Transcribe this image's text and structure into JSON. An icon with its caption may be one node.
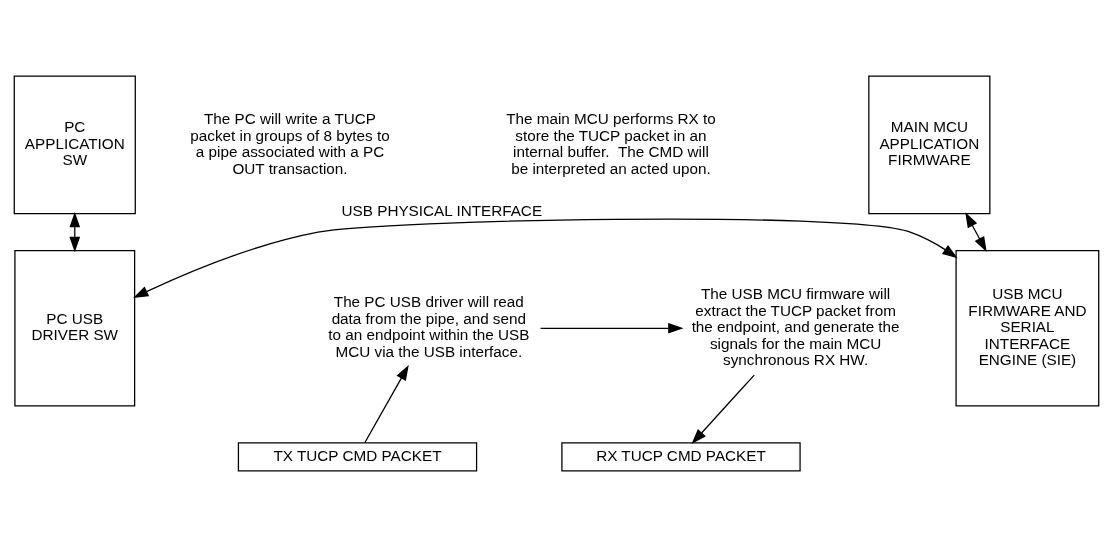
{
  "diagram": {
    "nodes": [
      {
        "text": [
          "PC APPLICATION SW"
        ]
      },
      {
        "text": [
          "TX TUCP CMD PACKET"
        ]
      },
      {
        "text": [
          "RX TUCP CMD PACKET"
        ]
      },
      {
        "text": [
          "MAIN MCU APPLICATION FIRMWARE"
        ]
      },
      {
        "text": [
          "PC USB DRIVER SW"
        ]
      },
      {
        "text": [
          "The PC USB driver will read data from the pipe, and send to an endpoint within the USB MCU via the USB interface."
        ]
      },
      {
        "text": [
          "The USB MCU firmware will extract the TUCP packet from the endpoint, and generate the signals for the main MCU synchronous RX HW."
        ]
      },
      {
        "text": [
          "USB MCU FIRMWARE AND SERIAL INTERFACE ENGINE (SIE)"
        ]
      }
    ],
    "edges": [
      {
        "from": 0,
        "to": 4,
        "arrow": "both"
      },
      {
        "from": 3,
        "to": 7,
        "arrow": "both"
      },
      {
        "from": 1,
        "to": 5,
        "arrow": "to"
      },
      {
        "from": 6,
        "to": 2,
        "arrow": "to"
      },
      {
        "from": 5,
        "to": 6,
        "arrow": "to"
      },
      {
        "from": 4,
        "to": 7,
        "arrow": "both",
        "label": "USB PHYSICAL INTERFACE"
      }
    ],
    "labels": [
      "The PC will write a TUCP packet in groups of 8 bytes to a pipe associated with a PC OUT transaction.",
      "The main MCU performs RX to store the TUCP packet in an internal buffer.  The CMD will be interpreted an acted upon."
    ]
  }
}
